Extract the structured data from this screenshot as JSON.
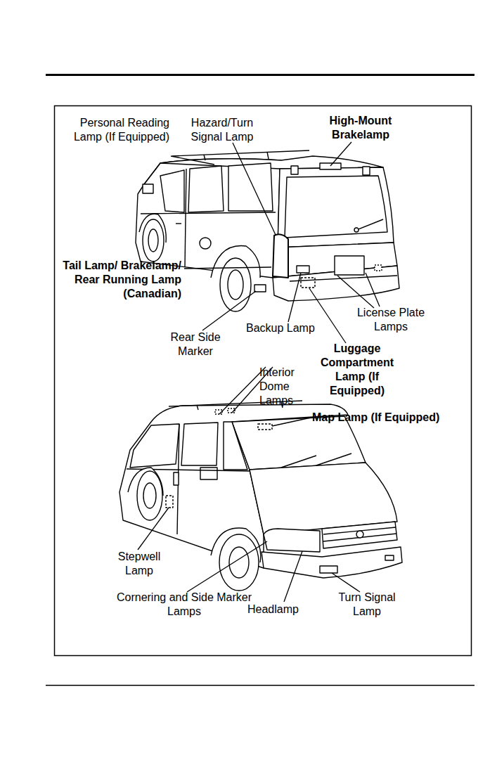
{
  "diagram": {
    "labels": [
      "Personal Reading Lamp (If Equipped)",
      "Hazard/Turn Signal Lamp",
      "High-Mount Brakelamp",
      "Tail Lamp/ Brakelamp/ Rear Running Lamp (Canadian)",
      "Rear Side Marker",
      "Backup Lamp",
      "License Plate Lamps",
      "Luggage Compartment Lamp (If Equipped)",
      "Interior Dome Lamps",
      "Map Lamp (If Equipped)",
      "Stepwell Lamp",
      "Cornering and Side Marker Lamps",
      "Headlamp",
      "Turn Signal Lamp"
    ]
  }
}
